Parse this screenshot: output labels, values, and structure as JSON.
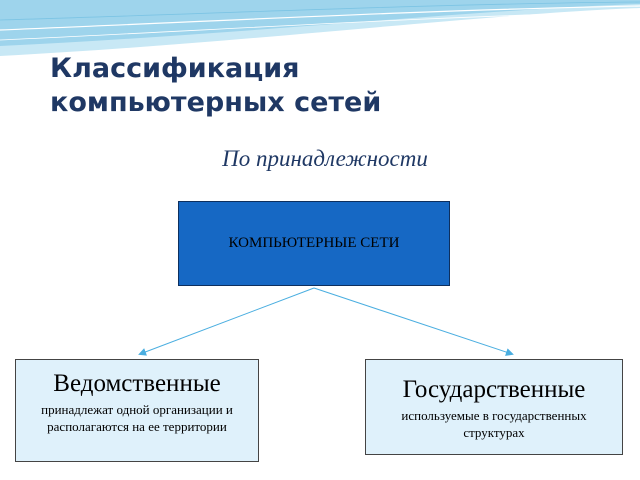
{
  "title": {
    "line1": "Классификация",
    "line2": "компьютерных сетей"
  },
  "subtitle": "По принадлежности",
  "diagram": {
    "root": "КОМПЬЮТЕРНЫЕ СЕТИ",
    "children": [
      {
        "title": "Ведомственные",
        "description": "принадлежат  одной организации и располагаются на ее территории"
      },
      {
        "title": "Государственные",
        "description": "используемые в государственных структурах"
      }
    ]
  },
  "colors": {
    "title": "#1f3864",
    "root_fill": "#1668c4",
    "child_fill": "#dff1fb",
    "connector": "#4aaee0",
    "swoosh": "#9ed4ec"
  }
}
